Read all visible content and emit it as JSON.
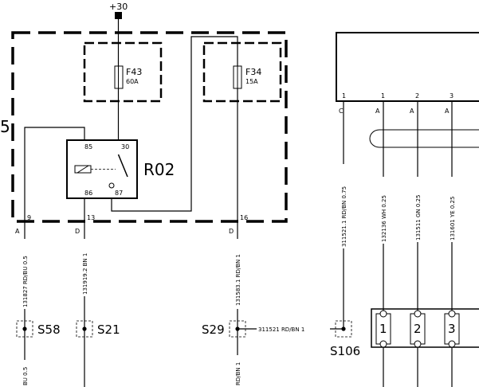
{
  "power": {
    "label": "+30"
  },
  "unit_label": "5",
  "fuses": [
    {
      "id": "F43",
      "rating": "60A"
    },
    {
      "id": "F34",
      "rating": "15A"
    }
  ],
  "relay": {
    "id": "R02",
    "pins": {
      "p85": "85",
      "p30": "30",
      "p86": "86",
      "p87": "87"
    }
  },
  "box_pins": {
    "p9": "9",
    "p13": "13",
    "p16": "16"
  },
  "connector_letters": {
    "c9": "A",
    "c13": "D",
    "c16": "D"
  },
  "wires_left": {
    "w9": "131827 RD/BU 0.5",
    "w13": "131919.2 BN 1",
    "w16": "131583.1 RD/BN 1",
    "w9_bottom": "BU 0.5",
    "w16_bottom": "RD/BN 1"
  },
  "splices": {
    "s58": "S58",
    "s21": "S21",
    "s29": "S29",
    "s106": "S106"
  },
  "splice_link_wire": "311521 RD/BN 1",
  "right_unit": {
    "pins": [
      "1",
      "1",
      "2",
      "3"
    ],
    "letters": [
      "C",
      "A",
      "A",
      "A"
    ],
    "wires": [
      "311521.1 RD/BN 0.75",
      "132136 WH 0.25",
      "131511 GN 0.25",
      "131601 YE 0.25"
    ]
  },
  "terminals": [
    "1",
    "2",
    "3"
  ]
}
